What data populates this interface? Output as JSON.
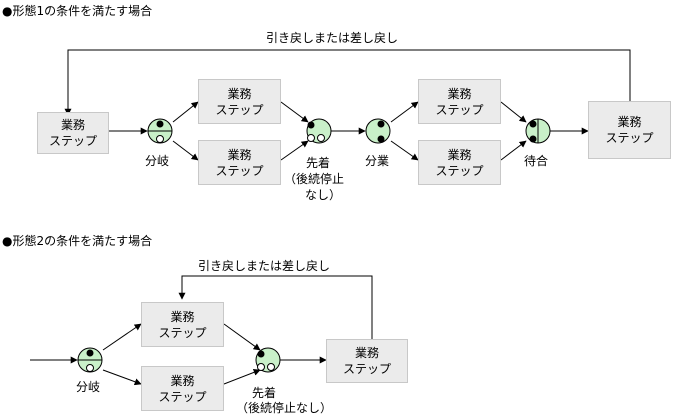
{
  "section1": {
    "heading": "●形態1の条件を満たす場合",
    "return_label": "引き戻しまたは差し戻し",
    "step_line1": "業務",
    "step_line2": "ステップ",
    "branch_label": "分岐",
    "first_arrival_label": "先着",
    "first_arrival_note_line1": "（後続停止",
    "first_arrival_note_line2": "なし）",
    "split_label": "分業",
    "wait_label": "待合"
  },
  "section2": {
    "heading": "●形態2の条件を満たす場合",
    "return_label": "引き戻しまたは差し戻し",
    "step_line1": "業務",
    "step_line2": "ステップ",
    "branch_label": "分岐",
    "first_arrival_label": "先着",
    "first_arrival_note": "（後続停止なし）"
  },
  "colors": {
    "node_fill": "#c9f0c9",
    "box_fill": "#ebebeb",
    "line": "#000000"
  }
}
